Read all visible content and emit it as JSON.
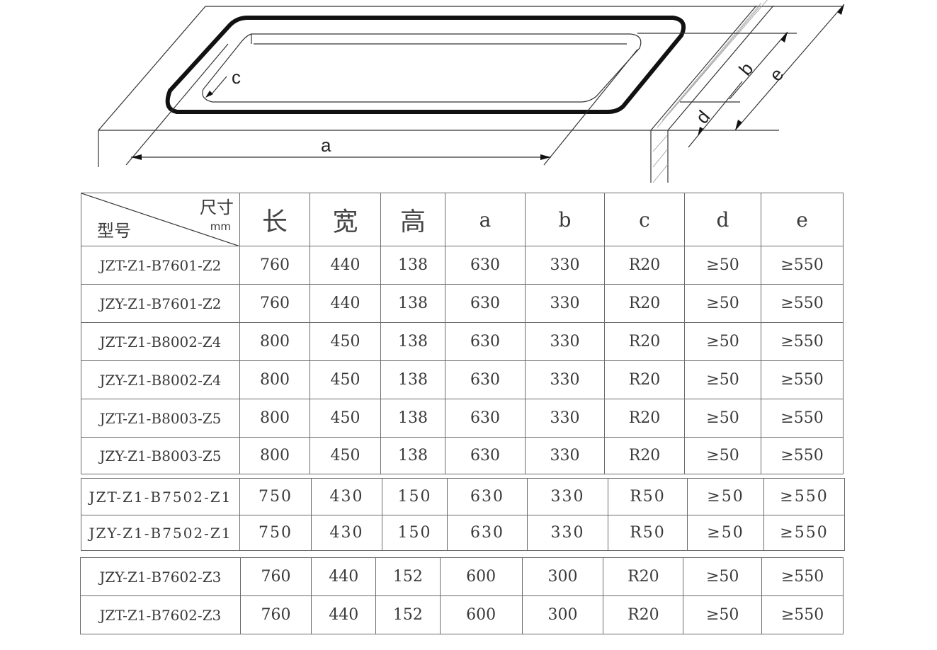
{
  "diagram": {
    "labels": {
      "a": "a",
      "b": "b",
      "c": "c",
      "d": "d",
      "e": "e"
    }
  },
  "table": {
    "header": {
      "corner_dimension": "尺寸",
      "corner_unit": "mm",
      "corner_model": "型号",
      "columns": [
        "长",
        "宽",
        "高",
        "a",
        "b",
        "c",
        "d",
        "e"
      ]
    },
    "group1": [
      {
        "model": "JZT-Z1-B7601-Z2",
        "length": "760",
        "width": "440",
        "height": "138",
        "a": "630",
        "b": "330",
        "c": "R20",
        "d": "≥50",
        "e": "≥550"
      },
      {
        "model": "JZY-Z1-B7601-Z2",
        "length": "760",
        "width": "440",
        "height": "138",
        "a": "630",
        "b": "330",
        "c": "R20",
        "d": "≥50",
        "e": "≥550"
      },
      {
        "model": "JZT-Z1-B8002-Z4",
        "length": "800",
        "width": "450",
        "height": "138",
        "a": "630",
        "b": "330",
        "c": "R20",
        "d": "≥50",
        "e": "≥550"
      },
      {
        "model": "JZY-Z1-B8002-Z4",
        "length": "800",
        "width": "450",
        "height": "138",
        "a": "630",
        "b": "330",
        "c": "R20",
        "d": "≥50",
        "e": "≥550"
      },
      {
        "model": "JZT-Z1-B8003-Z5",
        "length": "800",
        "width": "450",
        "height": "138",
        "a": "630",
        "b": "330",
        "c": "R20",
        "d": "≥50",
        "e": "≥550"
      },
      {
        "model": "JZY-Z1-B8003-Z5",
        "length": "800",
        "width": "450",
        "height": "138",
        "a": "630",
        "b": "330",
        "c": "R20",
        "d": "≥50",
        "e": "≥550"
      }
    ],
    "group2": [
      {
        "model": "JZT-Z1-B7502-Z1",
        "length": "750",
        "width": "430",
        "height": "150",
        "a": "630",
        "b": "330",
        "c": "R50",
        "d": "≥50",
        "e": "≥550"
      },
      {
        "model": "JZY-Z1-B7502-Z1",
        "length": "750",
        "width": "430",
        "height": "150",
        "a": "630",
        "b": "330",
        "c": "R50",
        "d": "≥50",
        "e": "≥550"
      }
    ],
    "group3": [
      {
        "model": "JZY-Z1-B7602-Z3",
        "length": "760",
        "width": "440",
        "height": "152",
        "a": "600",
        "b": "300",
        "c": "R20",
        "d": "≥50",
        "e": "≥550"
      },
      {
        "model": "JZT-Z1-B7602-Z3",
        "length": "760",
        "width": "440",
        "height": "152",
        "a": "600",
        "b": "300",
        "c": "R20",
        "d": "≥50",
        "e": "≥550"
      }
    ]
  }
}
